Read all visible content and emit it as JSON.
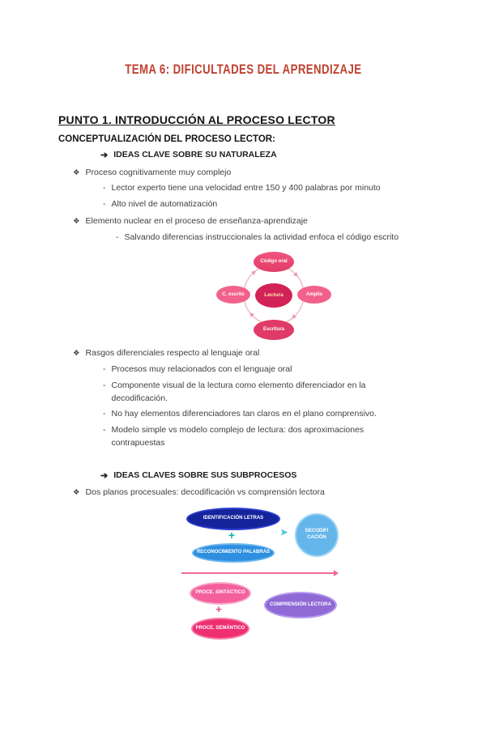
{
  "page": {
    "title": "TEMA 6:  DIFICULTADES DEL APRENDIZAJE",
    "section_heading": "PUNTO 1. INTRODUCCIÓN AL PROCESO LECTOR",
    "subheading": "CONCEPTUALIZACIÓN DEL PROCESO LECTOR:"
  },
  "markers": {
    "arrow": "➔",
    "diamond": "❖",
    "dash": "-"
  },
  "list": [
    {
      "type": "arrow",
      "text": "IDEAS CLAVE SOBRE SU NATURALEZA"
    },
    {
      "type": "diamond",
      "text": "Proceso cognitivamente muy complejo"
    },
    {
      "type": "dash",
      "text": "Lector experto tiene una velocidad entre 150 y 400 palabras por minuto"
    },
    {
      "type": "dash",
      "text": "Alto nivel de automatización"
    },
    {
      "type": "diamond",
      "text": "Elemento nuclear en el proceso de enseñanza-aprendizaje"
    },
    {
      "type": "dash",
      "text": "Salvando diferencias instruccionales la actividad enfoca el código escrito"
    },
    {
      "type": "diamond",
      "text": "Rasgos diferenciales respecto al lenguaje oral"
    },
    {
      "type": "dash",
      "text": "Procesos muy relacionados con el lenguaje oral"
    },
    {
      "type": "dash",
      "text": "Componente visual de la lectura como elemento diferenciador en la decodificación."
    },
    {
      "type": "dash",
      "text": "No hay elementos diferenciadores tan claros en el plano comprensivo."
    },
    {
      "type": "dash",
      "text": "Modelo simple vs modelo complejo de lectura: dos aproximaciones contrapuestas"
    },
    {
      "type": "arrow",
      "text": "IDEAS CLAVES SOBRE SUS SUBPROCESOS"
    },
    {
      "type": "diamond",
      "text": "Dos planos procesuales: decodificación vs comprensión lectora"
    }
  ],
  "diagram1": {
    "center": "Lectura",
    "top": "Código oral",
    "left": "C. escrito",
    "right": "Amplio",
    "bottom": "Escritura"
  },
  "diagram2": {
    "identificacion": "IDENTIFICACIÓN LETRAS",
    "plus1": "+",
    "reconocimiento": "RECONOCIMIENTO PALABRAS",
    "chevron": "➤",
    "decodificacion": "DECODIFI CACIÓN",
    "sintactico": "PROCE. SINTÁCTICO",
    "plus2": "+",
    "semantico": "PROCE. SEMÁNTICO",
    "comprension": "COMPRENSIÓN LECTORA"
  },
  "colors": {
    "title_red": "#bf4130",
    "cycle_crimson": "#d22257",
    "decod_blue": "#64b6ea",
    "comprension_purple": "#8f6ad6",
    "arrow_pink": "#ef6a93"
  }
}
